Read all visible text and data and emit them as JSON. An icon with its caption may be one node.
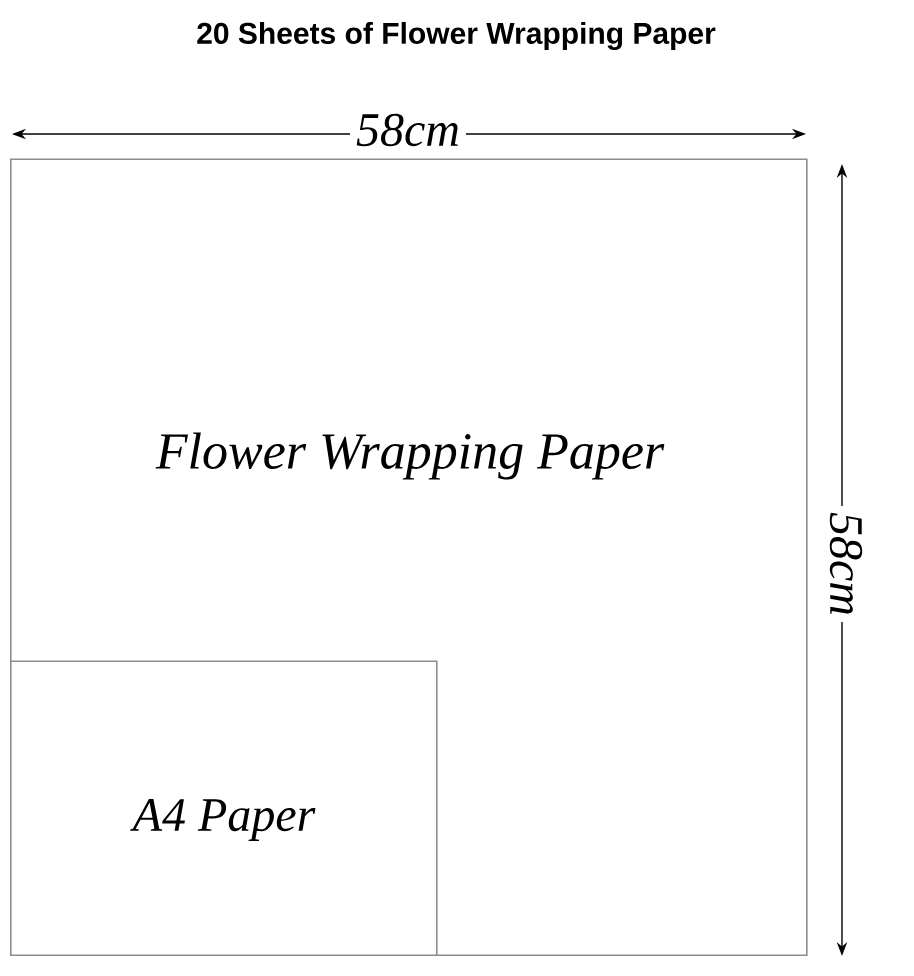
{
  "diagram": {
    "title": "20 Sheets of Flower Wrapping Paper",
    "nodes": [
      {
        "text": [
          "Flower Wrapping Paper"
        ]
      },
      {
        "text": [
          "A4 Paper"
        ],
        "in": 0
      }
    ],
    "edges": [],
    "labels": [
      "58cm",
      "58cm"
    ]
  }
}
